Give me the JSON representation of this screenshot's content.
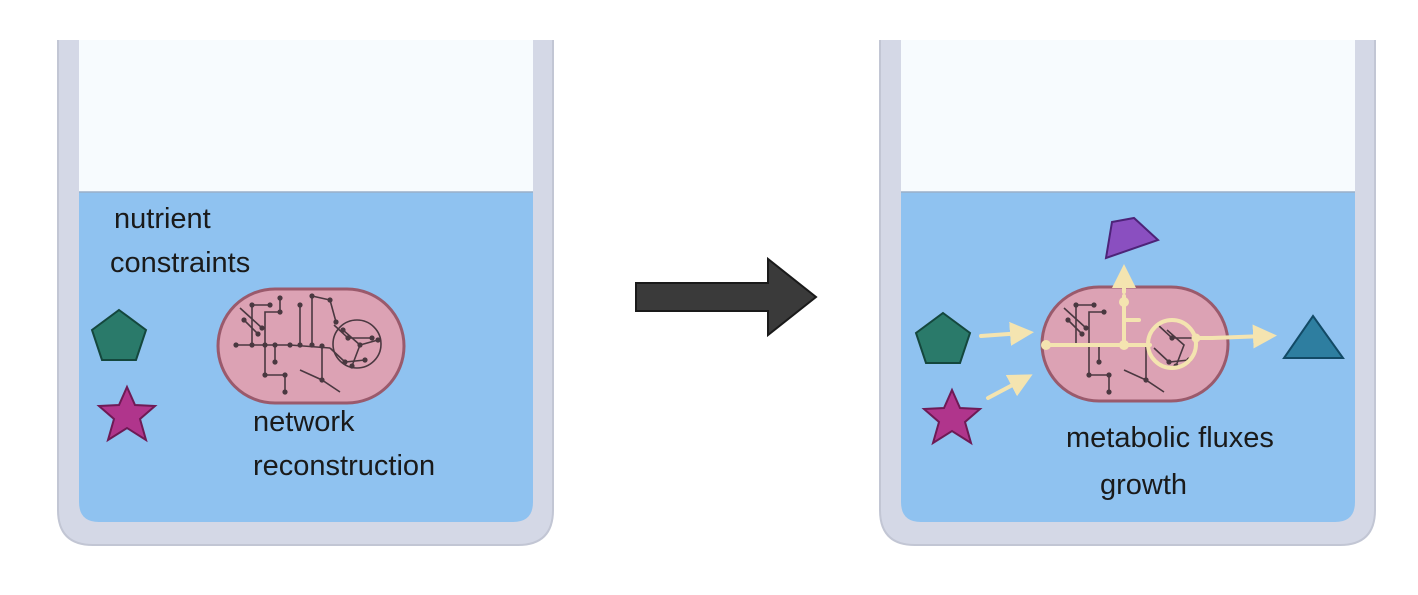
{
  "left_beaker": {
    "label_nutrients": [
      "nutrient",
      "constraints"
    ],
    "label_cell": [
      "network",
      "reconstruction"
    ]
  },
  "right_beaker": {
    "label_outputs": [
      "metabolic fluxes",
      "growth"
    ]
  },
  "colors": {
    "medium": "#8fc2f0",
    "headspace": "#f7fbfe",
    "beaker_wall": "#d4d8e6",
    "cell_fill": "#dca2b4",
    "cell_outline": "#9a5a6c",
    "network": "#4a3840",
    "pentagon": "#2a7a6a",
    "star": "#b0358c",
    "triangle": "#2e7ea0",
    "quad": "#8a4fc0",
    "flux": "#f4e4b0",
    "arrow": "#3a3a3a"
  },
  "icons": [
    "pentagon-nutrient-icon",
    "star-nutrient-icon",
    "triangle-product-icon",
    "quadrilateral-product-icon",
    "process-arrow-icon"
  ]
}
